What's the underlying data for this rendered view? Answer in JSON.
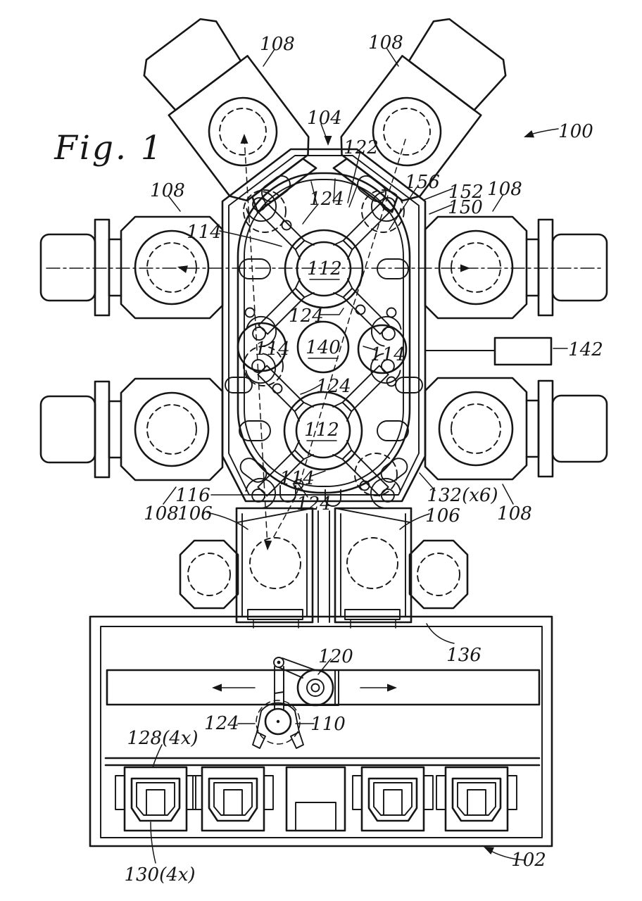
{
  "figure": {
    "title": "Fig.  1"
  },
  "reference_numerals": {
    "r100": "100",
    "r102": "102",
    "r104": "104",
    "r106": "106",
    "r108": "108",
    "r110": "110",
    "r112": "112",
    "r114": "114",
    "r116": "116",
    "r120": "120",
    "r122": "122",
    "r124": "124",
    "r128": "128(4x)",
    "r130": "130(4x)",
    "r132": "132(x6)",
    "r136": "136",
    "r140": "140",
    "r142": "142",
    "r150": "150",
    "r152": "152",
    "r156": "156"
  },
  "colors": {
    "ink": "#161616",
    "paper": "#ffffff"
  }
}
